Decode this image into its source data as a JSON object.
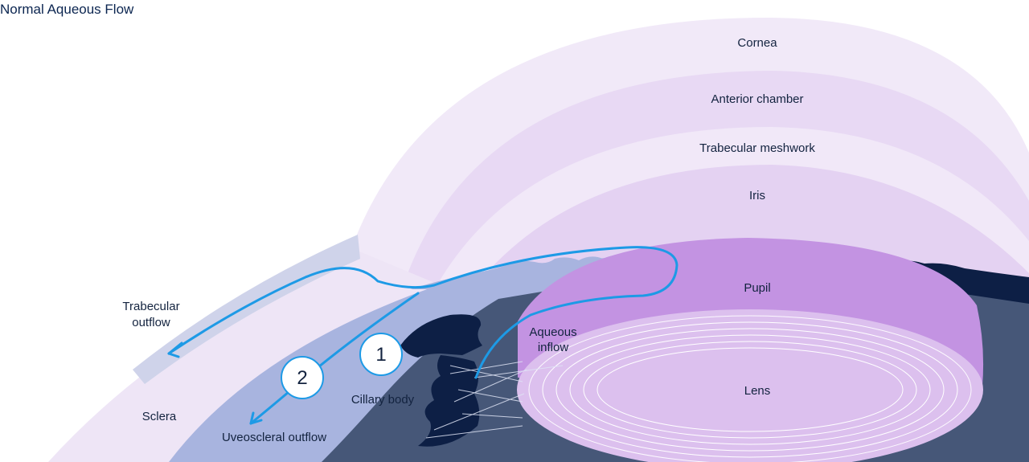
{
  "title": "Normal Aqueous Flow",
  "labels": {
    "cornea": "Cornea",
    "anterior_chamber": "Anterior chamber",
    "trabecular_meshwork": "Trabecular meshwork",
    "iris": "Iris",
    "pupil": "Pupil",
    "lens": "Lens",
    "aqueous_inflow_1": "Aqueous",
    "aqueous_inflow_2": "inflow",
    "trabecular_outflow_1": "Trabecular",
    "trabecular_outflow_2": "outflow",
    "sclera": "Sclera",
    "ciliary_body": "Cillary body",
    "uveoscleral_outflow": "Uveoscleral outflow"
  },
  "markers": {
    "one": "1",
    "two": "2"
  },
  "colors": {
    "title": "#0b2550",
    "cornea": "#f1e9f8",
    "anterior_chamber": "#e8d9f4",
    "trabecular_meshwork": "#f1e8f8",
    "iris_area": "#e4d2f2",
    "sclera": "#eee5f6",
    "uvea": "#a8b4df",
    "dark_tissue": "#0d1f45",
    "slate": "#465778",
    "pupil": "#c393e2",
    "lens": "#dcc0ee",
    "flow_arrow": "#1d9ae6"
  }
}
